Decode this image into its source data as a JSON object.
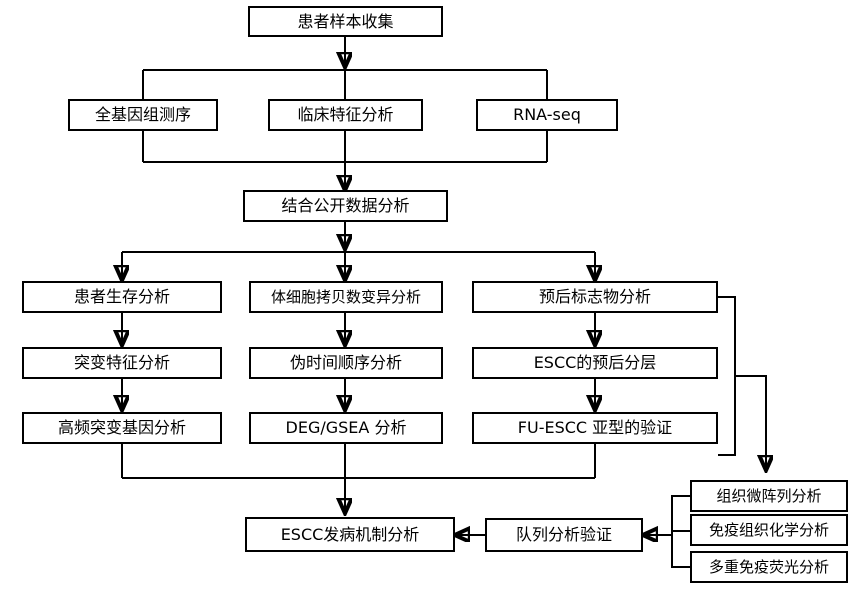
{
  "diagram": {
    "title": "ESCC multi-omics study workflow flowchart",
    "line_color": "#000000",
    "box_fill": "#ffffff",
    "nodes": {
      "patient_sample_collection": "患者样本收集",
      "whole_genome_sequencing": "全基因组测序",
      "clinical_feature_analysis": "临床特征分析",
      "rna_seq": "RNA-seq",
      "public_data_analysis": "结合公开数据分析",
      "patient_survival_analysis": "患者生存分析",
      "somatic_cnv_analysis": "体细胞拷贝数变异分析",
      "prognostic_marker_analysis": "预后标志物分析",
      "mutation_signature_analysis": "突变特征分析",
      "pseudotime_analysis": "伪时间顺序分析",
      "escc_prognostic_stratification": "ESCC的预后分层",
      "high_frequency_mutated_gene_analysis": "高频突变基因分析",
      "deg_gsea_analysis": "DEG/GSEA 分析",
      "fu_escc_subtype_validation": "FU-ESCC 亚型的验证",
      "escc_pathogenesis_analysis": "ESCC发病机制分析",
      "cohort_analysis_validation": "队列分析验证",
      "tissue_microarray_analysis": "组织微阵列分析",
      "immunohistochemistry_analysis": "免疫组织化学分析",
      "multiplex_immunofluorescence_analysis": "多重免疫荧光分析"
    }
  }
}
